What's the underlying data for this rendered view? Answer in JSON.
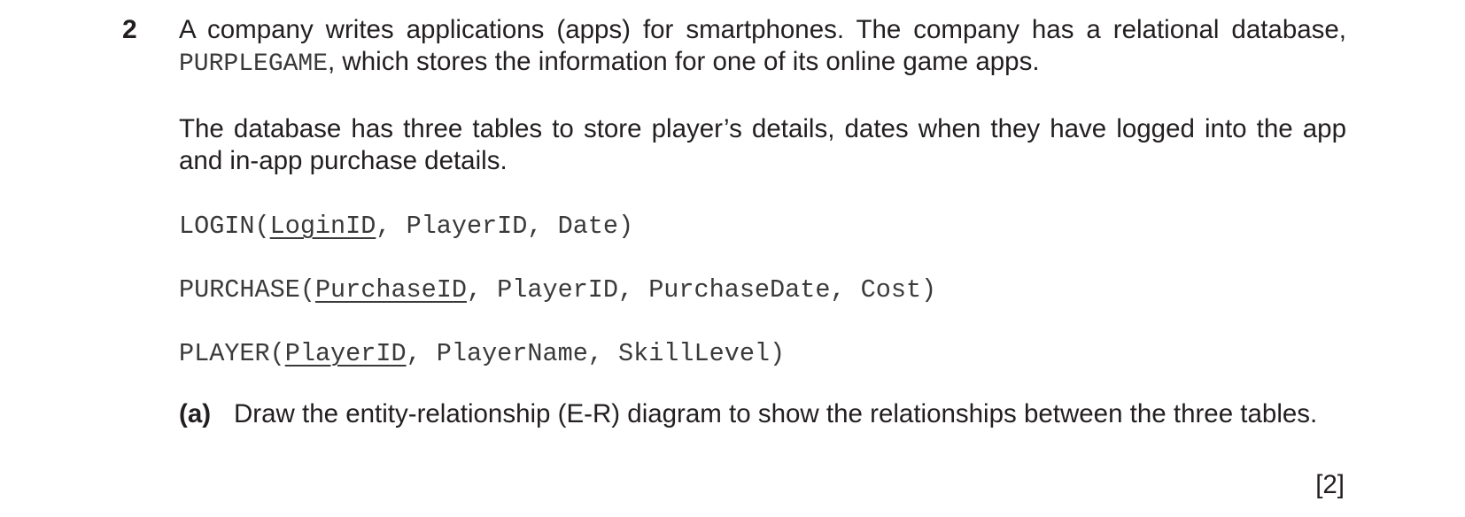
{
  "question": {
    "number": "2",
    "intro_text_1": "A company writes applications (apps) for smartphones. The company has a relational database,",
    "database_name": "PURPLEGAME",
    "intro_text_2": ", which stores the information for one of its online game apps.",
    "paragraph_2": "The database has three tables to store player’s details, dates when they have logged into the app and in-app purchase details."
  },
  "tables": [
    {
      "name": "LOGIN",
      "open": "(",
      "primary_key": "LoginID",
      "rest": ", PlayerID, Date)"
    },
    {
      "name": "PURCHASE",
      "open": "(",
      "primary_key": "PurchaseID",
      "rest": ", PlayerID, PurchaseDate, Cost)"
    },
    {
      "name": "PLAYER",
      "open": "(",
      "primary_key": "PlayerID",
      "rest": ", PlayerName, SkillLevel)"
    }
  ],
  "part_a": {
    "label": "(a)",
    "text": "Draw the entity-relationship (E-R) diagram to show the relationships between the three tables.",
    "marks": "[2]"
  }
}
